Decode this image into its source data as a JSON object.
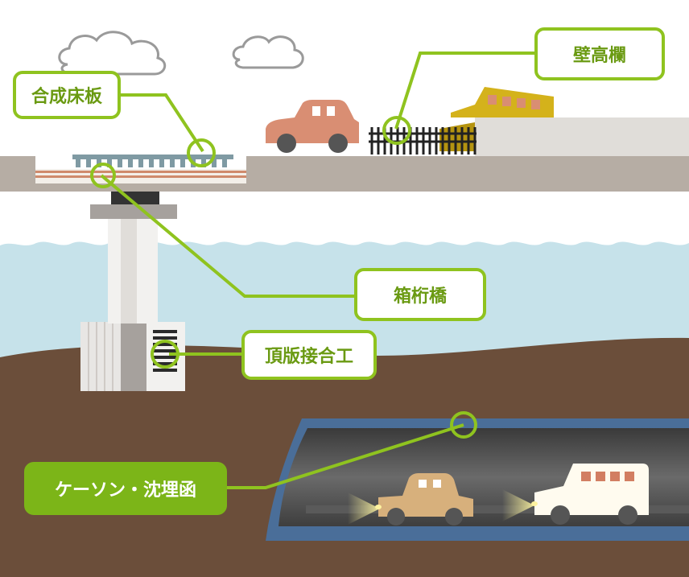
{
  "labels": {
    "composite_deck": "合成床板",
    "wall_railing": "壁高欄",
    "box_girder": "箱桁橋",
    "top_slab_joint": "頂版接合工",
    "caisson_tunnel": "ケーソン・沈埋函"
  },
  "colors": {
    "accent_green": "#8fc31f",
    "label_text": "#6a9a12",
    "road": "#b6ada4",
    "water": "#c6e2ea",
    "ground": "#6b4e3a",
    "tunnel_blue": "#4a6e99"
  },
  "vehicles": [
    "car-icon",
    "bus-icon",
    "tunnel-car-icon",
    "tunnel-bus-icon"
  ]
}
